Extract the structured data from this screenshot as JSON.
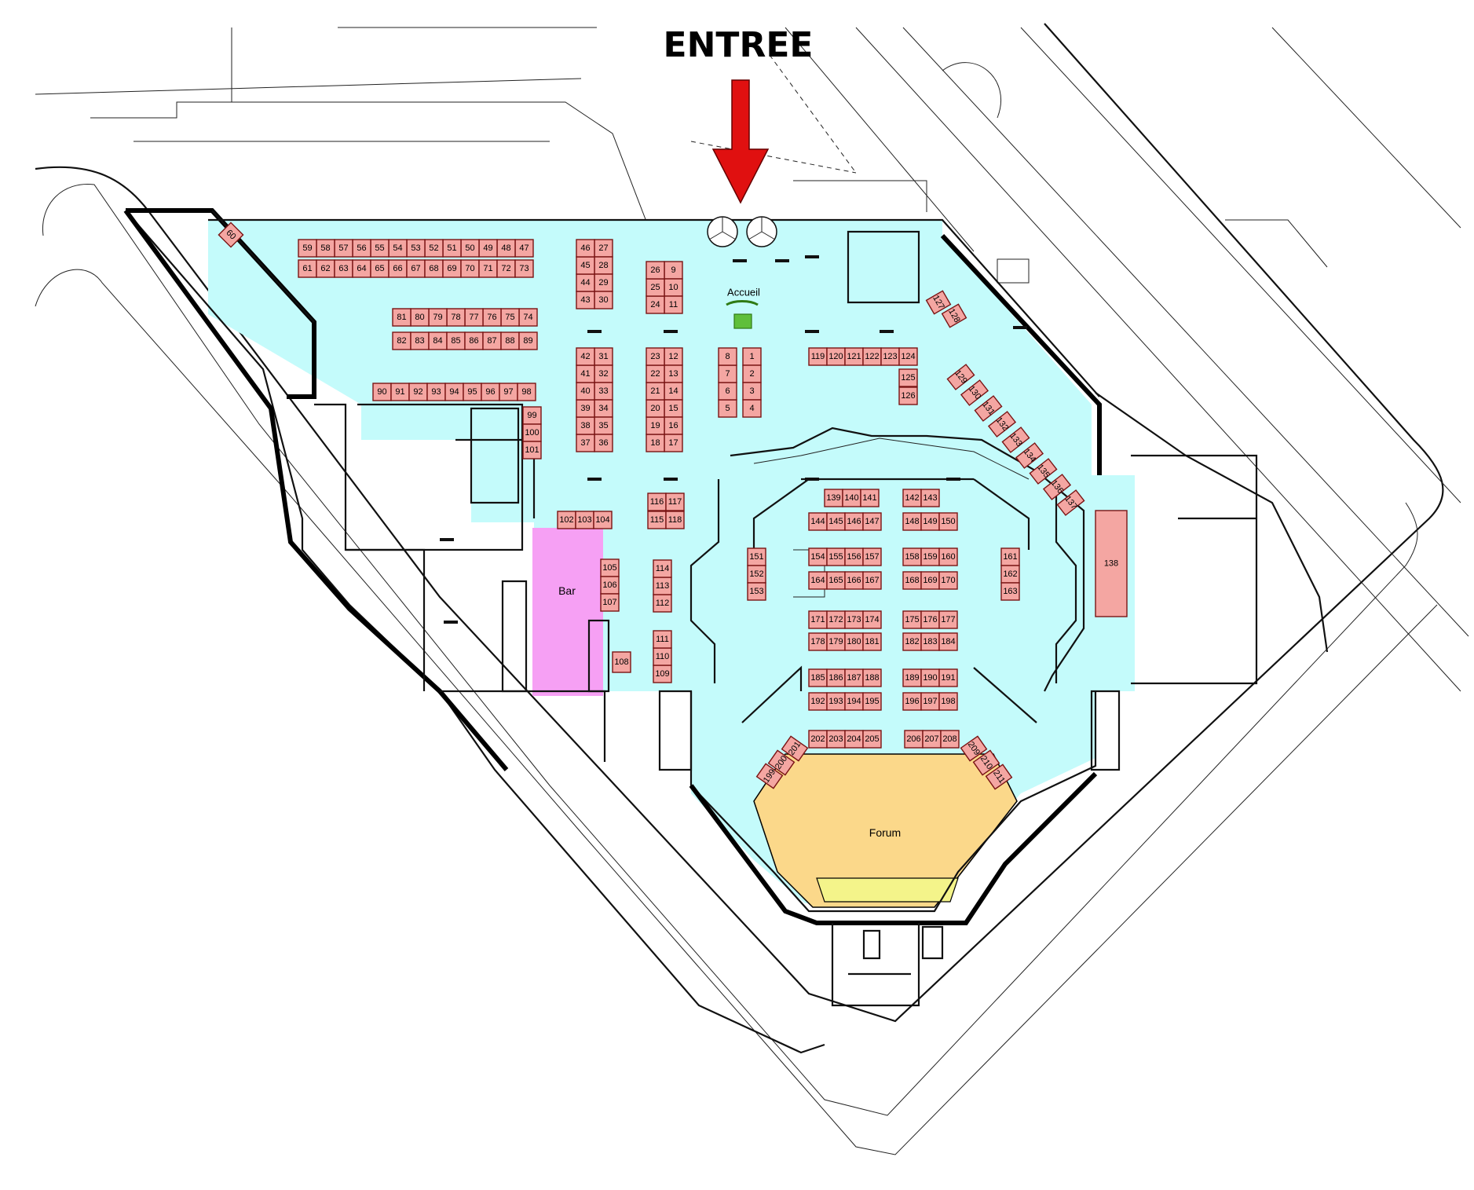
{
  "map": {
    "entrance_label": "ENTREE",
    "reception_label": "Accueil",
    "bar_label": "Bar",
    "forum_label": "Forum",
    "colors": {
      "hall": "#c4fbfb",
      "booth": "#f4a6a2",
      "booth_border": "#7a1414",
      "bar": "#f6a0f4",
      "forum": "#fbd88a",
      "stage": "#f4f48a",
      "arrow": "#e01010",
      "reception_desk": "#5fbf3a"
    }
  },
  "booths": [
    "1",
    "2",
    "3",
    "4",
    "5",
    "6",
    "7",
    "8",
    "9",
    "10",
    "11",
    "12",
    "13",
    "14",
    "15",
    "16",
    "17",
    "18",
    "19",
    "20",
    "21",
    "22",
    "23",
    "24",
    "25",
    "26",
    "27",
    "28",
    "29",
    "30",
    "31",
    "32",
    "33",
    "34",
    "35",
    "36",
    "37",
    "38",
    "39",
    "40",
    "41",
    "42",
    "43",
    "44",
    "45",
    "46",
    "47",
    "48",
    "49",
    "50",
    "51",
    "52",
    "53",
    "54",
    "55",
    "56",
    "57",
    "58",
    "59",
    "60",
    "61",
    "62",
    "63",
    "64",
    "65",
    "66",
    "67",
    "68",
    "69",
    "70",
    "71",
    "72",
    "73",
    "74",
    "75",
    "76",
    "77",
    "78",
    "79",
    "80",
    "81",
    "82",
    "83",
    "84",
    "85",
    "86",
    "87",
    "88",
    "89",
    "90",
    "91",
    "92",
    "93",
    "94",
    "95",
    "96",
    "97",
    "98",
    "99",
    "100",
    "101",
    "102",
    "103",
    "104",
    "105",
    "106",
    "107",
    "108",
    "109",
    "110",
    "111",
    "112",
    "113",
    "114",
    "115",
    "116",
    "117",
    "118",
    "119",
    "120",
    "121",
    "122",
    "123",
    "124",
    "125",
    "126",
    "127",
    "128",
    "129",
    "130",
    "131",
    "132",
    "133",
    "134",
    "135",
    "136",
    "137",
    "138",
    "139",
    "140",
    "141",
    "142",
    "143",
    "144",
    "145",
    "146",
    "147",
    "148",
    "149",
    "150",
    "151",
    "152",
    "153",
    "154",
    "155",
    "156",
    "157",
    "158",
    "159",
    "160",
    "161",
    "162",
    "163",
    "164",
    "165",
    "166",
    "167",
    "168",
    "169",
    "170",
    "171",
    "172",
    "173",
    "174",
    "175",
    "176",
    "177",
    "178",
    "179",
    "180",
    "181",
    "182",
    "183",
    "184",
    "185",
    "186",
    "187",
    "188",
    "189",
    "190",
    "191",
    "192",
    "193",
    "194",
    "195",
    "196",
    "197",
    "198",
    "199",
    "200",
    "201",
    "202",
    "203",
    "204",
    "205",
    "206",
    "207",
    "208",
    "209",
    "210",
    "211"
  ]
}
